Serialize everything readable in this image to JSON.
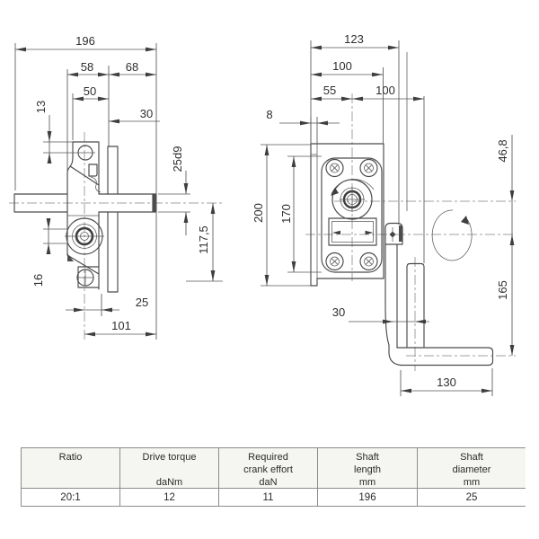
{
  "drawing": {
    "left_view": {
      "overall_length": "196",
      "body_width": "58",
      "shaft_right": "68",
      "inner_width": "50",
      "hole_offset": "13",
      "face_offset": "30",
      "shaft_diameter": "25d9",
      "center_height": "117,5",
      "hub_height": "16",
      "hole_to_plate": "25",
      "shaft_extension": "101"
    },
    "right_view": {
      "overall_width": "123",
      "plate_width": "100",
      "shaft_offset": "55",
      "crank_width": "100",
      "plate_thickness": "8",
      "plate_height": "200",
      "cover_height": "170",
      "shaft_to_crank": "46,8",
      "crank_arm_length": "165",
      "handle_offset": "30",
      "grip_length": "130"
    }
  },
  "table": {
    "headers": [
      {
        "line1": "Ratio",
        "line2": "",
        "line3": ""
      },
      {
        "line1": "Drive torque",
        "line2": "",
        "line3": "daNm"
      },
      {
        "line1": "Required",
        "line2": "crank effort",
        "line3": "daN"
      },
      {
        "line1": "Shaft",
        "line2": "length",
        "line3": "mm"
      },
      {
        "line1": "Shaft",
        "line2": "diameter",
        "line3": "mm"
      }
    ],
    "values": [
      "20:1",
      "12",
      "11",
      "196",
      "25"
    ]
  }
}
